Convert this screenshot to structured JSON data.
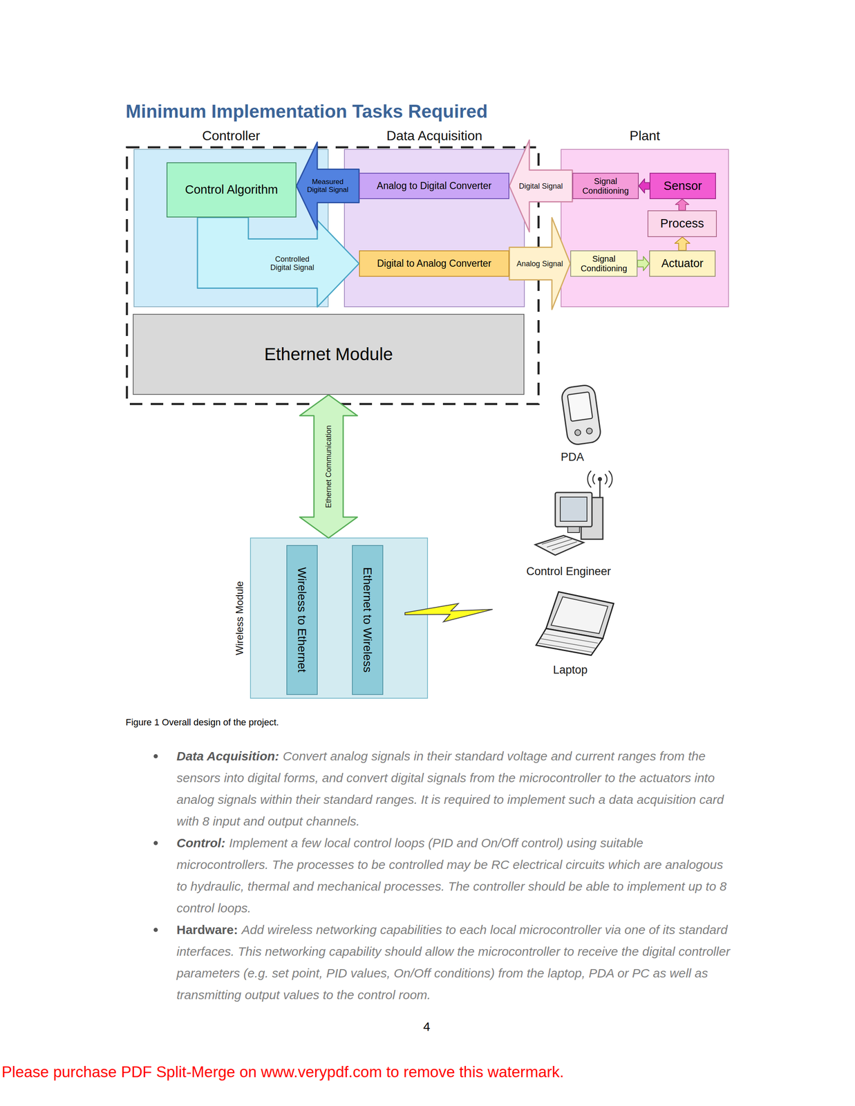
{
  "diagram": {
    "title": "Minimum Implementation Tasks Required",
    "caption": "Figure 1 Overall design of the project.",
    "nodes": [
      {
        "text": [
          "Controller"
        ]
      },
      {
        "text": [
          "Control Algorithm"
        ],
        "in": 0
      },
      {
        "text": [
          "Data Acquisition"
        ]
      },
      {
        "text": [
          "Analog to Digital Converter"
        ],
        "in": 2
      },
      {
        "text": [
          "Digital to Analog Converter"
        ],
        "in": 2
      },
      {
        "text": [
          "Plant"
        ]
      },
      {
        "text": [
          "Signal Conditioning"
        ],
        "in": 5
      },
      {
        "text": [
          "Sensor"
        ],
        "in": 5
      },
      {
        "text": [
          "Process"
        ],
        "in": 5
      },
      {
        "text": [
          "Signal Conditioning"
        ],
        "in": 5
      },
      {
        "text": [
          "Actuator"
        ],
        "in": 5
      },
      {
        "text": [
          "Ethernet Module"
        ]
      },
      {
        "text": [
          "Wireless Module"
        ]
      },
      {
        "text": [
          "Wireless to Ethernet"
        ],
        "in": 12
      },
      {
        "text": [
          "Ethernet to Wireless"
        ],
        "in": 12
      }
    ],
    "edges": [
      {
        "from": 1,
        "to": 4,
        "label": "Controlled Digital Signal",
        "arrow": "to"
      },
      {
        "from": 3,
        "to": 1,
        "label": "Measured Digital Signal",
        "arrow": "to"
      },
      {
        "from": 6,
        "to": 3,
        "label": "Digital Signal",
        "arrow": "to"
      },
      {
        "from": 4,
        "to": 9,
        "label": "Analog Signal",
        "arrow": "to"
      },
      {
        "from": 7,
        "to": 6,
        "arrow": "to"
      },
      {
        "from": 8,
        "to": 7,
        "arrow": "to"
      },
      {
        "from": 10,
        "to": 8,
        "arrow": "to"
      },
      {
        "from": 9,
        "to": 10,
        "arrow": "to"
      },
      {
        "from": 11,
        "to": 12,
        "label": "Ethernet Communication",
        "arrow": "both"
      }
    ],
    "labels": [
      "PDA",
      "Control Engineer",
      "Laptop",
      "Data Acquisition:",
      "Convert analog signals in their standard voltage and current ranges from the sensors into digital forms, and convert digital signals from the microcontroller to the actuators into analog signals within their standard ranges. It is required to implement such a data acquisition card with 8 input and output channels.",
      "Control:",
      "Implement a few local control loops (PID and On/Off control) using suitable microcontrollers. The processes to be controlled may be RC electrical circuits which are analogous to hydraulic, thermal and mechanical processes. The controller should be able to implement up to 8 control loops.",
      "Hardware:",
      "Add wireless networking capabilities to each local microcontroller via one of its standard interfaces. This networking capability should allow the microcontroller to receive the digital controller parameters (e.g. set point, PID values, On/Off conditions) from the laptop, PDA or PC as well as transmitting output values to the control room.",
      "4",
      "Please purchase PDF Split-Merge on www.verypdf.com to remove this watermark."
    ]
  }
}
